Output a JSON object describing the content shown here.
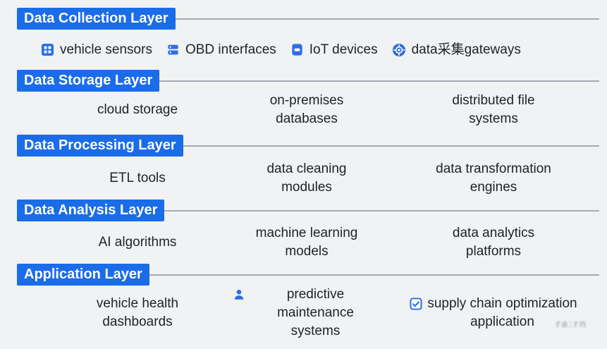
{
  "page": {
    "background_color": "#f1f2f4",
    "accent_color": "#1a6ce9",
    "icon_color": "#2b6fe4",
    "rule_color": "#a6abb2",
    "text_color": "#1e2227"
  },
  "layers": [
    {
      "title": "Data Collection Layer",
      "items": [
        {
          "icon": "vehicle-sensors-icon",
          "label": "vehicle sensors"
        },
        {
          "icon": "obd-interfaces-icon",
          "label": "OBD interfaces"
        },
        {
          "icon": "iot-devices-icon",
          "label": "IoT devices"
        },
        {
          "icon": "gateway-gear-icon",
          "label": "data采集gateways"
        }
      ]
    },
    {
      "title": "Data Storage Layer",
      "items": [
        {
          "label": "cloud storage"
        },
        {
          "label": "on-premises\ndatabases"
        },
        {
          "label": "distributed file\nsystems"
        }
      ]
    },
    {
      "title": "Data Processing Layer",
      "items": [
        {
          "label": "ETL tools"
        },
        {
          "label": "data cleaning\nmodules"
        },
        {
          "label": "data transformation\nengines"
        }
      ]
    },
    {
      "title": "Data Analysis Layer",
      "items": [
        {
          "label": "AI algorithms"
        },
        {
          "label": "machine learning\nmodels"
        },
        {
          "label": "data analytics\nplatforms"
        }
      ]
    },
    {
      "title": "Application Layer",
      "items": [
        {
          "label": "vehicle health\ndashboards"
        },
        {
          "icon": "user-icon",
          "label": "predictive maintenance\nsystems"
        },
        {
          "icon": "checkbox-icon",
          "label": "supply chain optimization\napplication"
        }
      ]
    }
  ],
  "watermark": {
    "text": "ra:rn"
  }
}
